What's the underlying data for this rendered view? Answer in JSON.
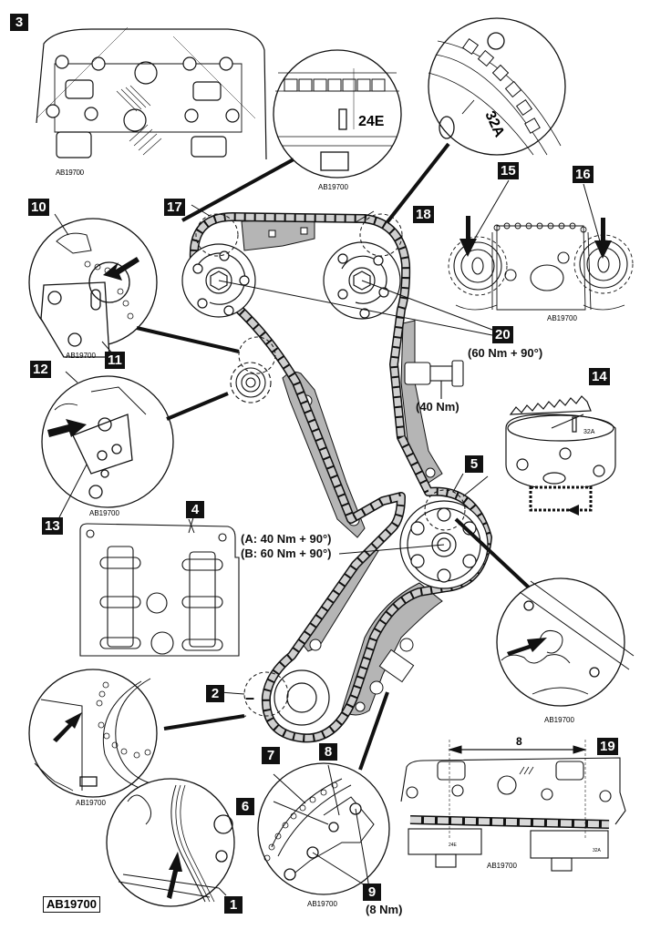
{
  "diagram": {
    "title": "Timing chain assembly",
    "figure_ref": "AB19700",
    "detail_ref_label": "AB19700",
    "callouts": [
      {
        "id": "1",
        "label": "1"
      },
      {
        "id": "2",
        "label": "2"
      },
      {
        "id": "3",
        "label": "3"
      },
      {
        "id": "4",
        "label": "4"
      },
      {
        "id": "5",
        "label": "5"
      },
      {
        "id": "6",
        "label": "6"
      },
      {
        "id": "7",
        "label": "7"
      },
      {
        "id": "8",
        "label": "8"
      },
      {
        "id": "9",
        "label": "9"
      },
      {
        "id": "10",
        "label": "10"
      },
      {
        "id": "11",
        "label": "11"
      },
      {
        "id": "12",
        "label": "12"
      },
      {
        "id": "13",
        "label": "13"
      },
      {
        "id": "14",
        "label": "14"
      },
      {
        "id": "15",
        "label": "15"
      },
      {
        "id": "16",
        "label": "16"
      },
      {
        "id": "17",
        "label": "17"
      },
      {
        "id": "18",
        "label": "18"
      },
      {
        "id": "19",
        "label": "19"
      },
      {
        "id": "20",
        "label": "20"
      }
    ],
    "torques": {
      "camshaft_bolts": "(60 Nm + 90°)",
      "tensioner_plug": "(40 Nm)",
      "crank_bolt_a": "(A: 40 Nm + 90°)",
      "crank_bolt_b": "(B: 60 Nm + 90°)",
      "tensioner_bolts": "(8 Nm)"
    },
    "timing_marks": {
      "intake": "24E",
      "exhaust": "32A",
      "exhaust_small": "32A",
      "timing_19_left": "24E",
      "timing_19_right": "32A"
    },
    "dimension_19": "8",
    "crank_marker": "–"
  }
}
